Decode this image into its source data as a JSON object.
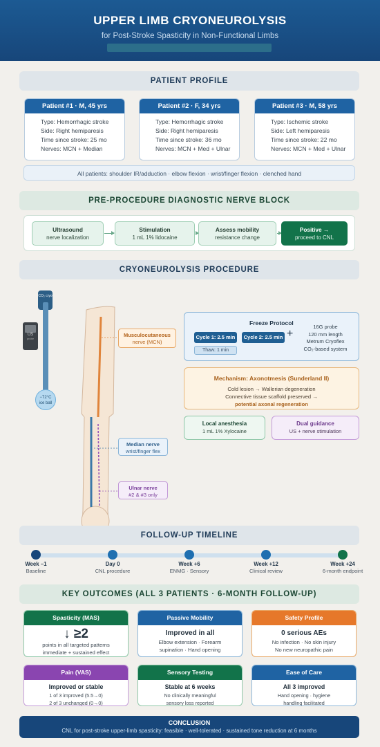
{
  "header": {
    "title": "UPPER LIMB CRYONEUROLYSIS",
    "subtitle": "for Post-Stroke Spasticity in Non-Functional Limbs"
  },
  "profile": {
    "section_title": "PATIENT PROFILE",
    "patients": [
      {
        "header": "Patient #1 · M, 45 yrs",
        "type": "Type: Hemorrhagic stroke",
        "side": "Side: Right hemiparesis",
        "time": "Time since stroke: 25 mo",
        "nerves": "Nerves: MCN + Median"
      },
      {
        "header": "Patient #2 · F, 34 yrs",
        "type": "Type: Hemorrhagic stroke",
        "side": "Side: Right hemiparesis",
        "time": "Time since stroke: 36 mo",
        "nerves": "Nerves: MCN + Med + Ulnar"
      },
      {
        "header": "Patient #3 · M, 58 yrs",
        "type": "Type: Ischemic stroke",
        "side": "Side: Left hemiparesis",
        "time": "Time since stroke: 22 mo",
        "nerves": "Nerves: MCN + Med + Ulnar"
      }
    ],
    "all_patients": "All patients: shoulder IR/adduction · elbow flexion · wrist/finger flexion · clenched hand"
  },
  "block": {
    "section_title": "PRE-PROCEDURE DIAGNOSTIC NERVE BLOCK",
    "steps": [
      {
        "title": "Ultrasound",
        "desc": "nerve localization"
      },
      {
        "title": "Stimulation",
        "desc": "1 mL 1% lidocaine"
      },
      {
        "title": "Assess mobility",
        "desc": "resistance change"
      },
      {
        "title": "Positive →",
        "desc": "proceed to CNL"
      }
    ]
  },
  "procedure": {
    "section_title": "CRYONEUROLYSIS PROCEDURE",
    "probe_label": "CO₂ cryo",
    "us_label": "US",
    "us_sub": "probe",
    "ice_temp": "−72°C",
    "ice_label": "ice ball",
    "mcn": {
      "name": "Musculocutaneous",
      "sub": "nerve (MCN)"
    },
    "median": {
      "name": "Median nerve",
      "sub": "wrist/finger flex"
    },
    "ulnar": {
      "name": "Ulnar nerve",
      "sub": "#2 & #3 only"
    },
    "freeze": {
      "title": "Freeze Protocol",
      "cycle1": "Cycle 1: 2.5 min",
      "cycle2": "Cycle 2: 2.5 min",
      "thaw": "Thaw: 1 min",
      "plus": "+",
      "spec1": "16G probe",
      "spec2": "120 mm length",
      "spec3": "Metrum Cryoflex",
      "spec4": "CO₂-based system"
    },
    "mechanism": {
      "title": "Mechanism: Axonotmesis (Sunderland II)",
      "line1": "Cold lesion → Wallerian degeneration",
      "line2": "Connective tissue scaffold preserved →",
      "line3": "potential axonal regeneration"
    },
    "local": {
      "title": "Local anesthesia",
      "desc": "1 mL 1% Xylocaine"
    },
    "dual": {
      "title": "Dual guidance",
      "desc": "US + nerve stimulation"
    }
  },
  "timeline": {
    "section_title": "FOLLOW-UP TIMELINE",
    "points": [
      {
        "label": "Week −1",
        "desc": "Baseline",
        "color": "#17467a"
      },
      {
        "label": "Day 0",
        "desc": "CNL procedure",
        "color": "#1f6fb0"
      },
      {
        "label": "Week +6",
        "desc": "ENMG · Sensory",
        "color": "#1f6fb0"
      },
      {
        "label": "Week +12",
        "desc": "Clinical review",
        "color": "#1f6fb0"
      },
      {
        "label": "Week +24",
        "desc": "6-month endpoint",
        "color": "#12734a"
      }
    ]
  },
  "outcomes": {
    "section_title": "KEY OUTCOMES (ALL 3 PATIENTS · 6-MONTH FOLLOW-UP)",
    "spasticity": {
      "title": "Spasticity (MAS)",
      "value": "≥2",
      "line1": "points in all targeted patterns",
      "line2": "immediate + sustained effect"
    },
    "mobility": {
      "title": "Passive Mobility",
      "main": "Improved in all",
      "line1": "Elbow extension · Forearm",
      "line2": "supination · Hand opening"
    },
    "safety": {
      "title": "Safety Profile",
      "main": "0 serious AEs",
      "line1": "No infection · No skin injury",
      "line2": "No new neuropathic pain"
    },
    "pain": {
      "title": "Pain (VAS)",
      "main": "Improved or stable",
      "line1": "1 of 3 improved (5.5→0)",
      "line2": "2 of 3 unchanged (0→0)"
    },
    "sensory": {
      "title": "Sensory Testing",
      "main": "Stable at 6 weeks",
      "line1": "No clinically meaningful",
      "line2": "sensory loss reported"
    },
    "care": {
      "title": "Ease of Care",
      "main": "All 3 improved",
      "line1": "Hand opening · hygiene",
      "line2": "handling facilitated"
    }
  },
  "conclusion": {
    "title": "CONCLUSION",
    "text": "CNL for post-stroke upper-limb spasticity: feasible · well-tolerated · sustained tone reduction at 6 months"
  }
}
